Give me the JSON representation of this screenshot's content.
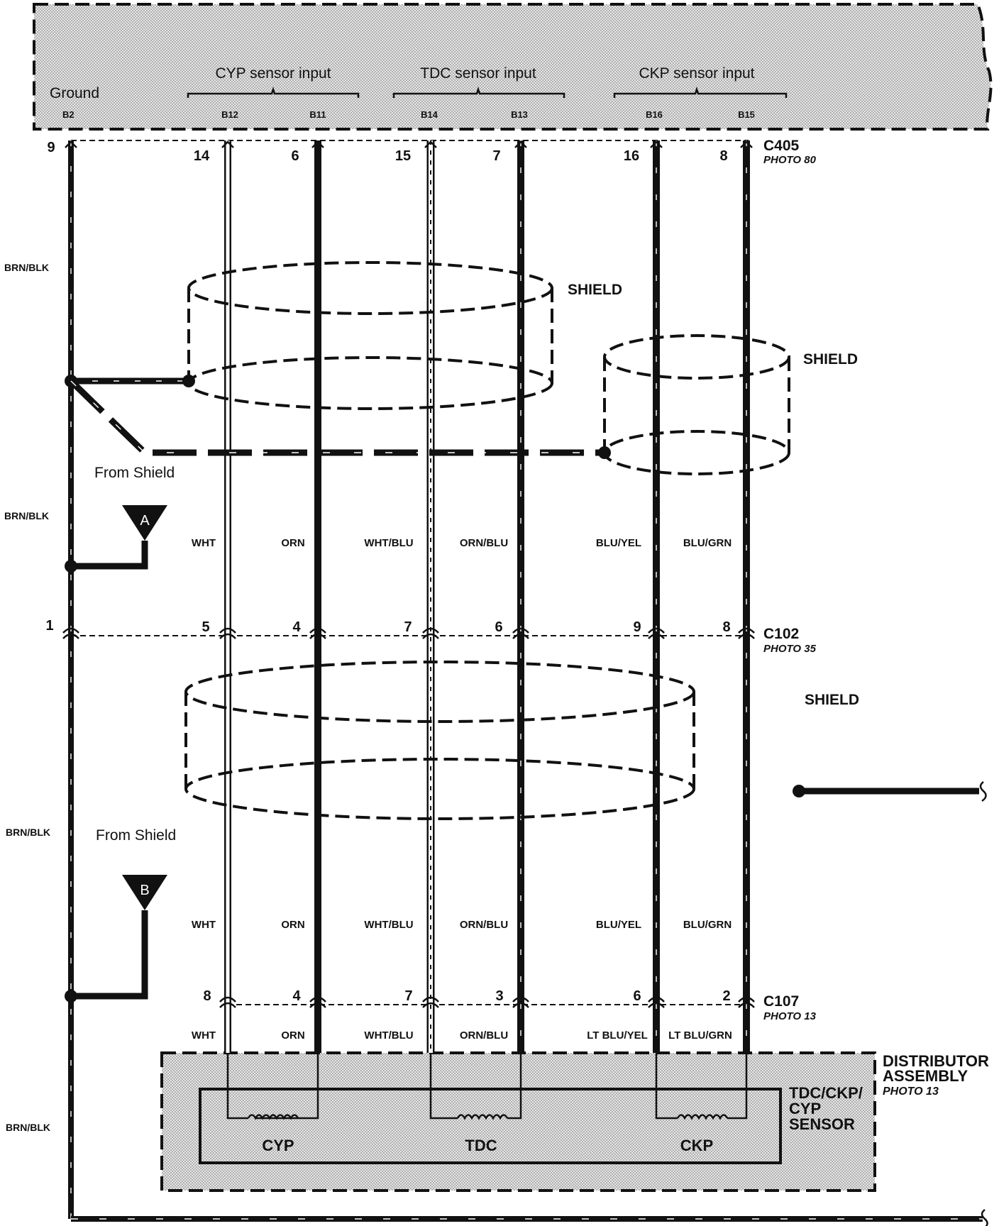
{
  "ecm": {
    "ground_label": "Ground",
    "ground_pin": "B2",
    "groups": [
      {
        "label": "CYP sensor input",
        "pins": [
          "B12",
          "B11"
        ]
      },
      {
        "label": "TDC sensor input",
        "pins": [
          "B14",
          "B13"
        ]
      },
      {
        "label": "CKP sensor input",
        "pins": [
          "B16",
          "B15"
        ]
      }
    ]
  },
  "connectors": [
    {
      "name": "C405",
      "photo": "PHOTO 80",
      "pins": [
        "9",
        "14",
        "6",
        "15",
        "7",
        "16",
        "8"
      ]
    },
    {
      "name": "C102",
      "photo": "PHOTO 35",
      "pins": [
        "1",
        "5",
        "4",
        "7",
        "6",
        "9",
        "8"
      ]
    },
    {
      "name": "C107",
      "photo": "PHOTO 13",
      "pins": [
        "8",
        "4",
        "7",
        "3",
        "6",
        "2"
      ]
    }
  ],
  "ground_wire_color": "BRN/BLK",
  "wire_colors_upper": [
    "WHT",
    "ORN",
    "WHT/BLU",
    "ORN/BLU",
    "BLU/YEL",
    "BLU/GRN"
  ],
  "wire_colors_middle": [
    "WHT",
    "ORN",
    "WHT/BLU",
    "ORN/BLU",
    "BLU/YEL",
    "BLU/GRN"
  ],
  "wire_colors_lower": [
    "WHT",
    "ORN",
    "WHT/BLU",
    "ORN/BLU",
    "LT BLU/YEL",
    "LT BLU/GRN"
  ],
  "shield_label": "SHIELD",
  "from_shield_label": "From Shield",
  "ground_refs": [
    "A",
    "B"
  ],
  "distributor": {
    "title_line1": "DISTRIBUTOR",
    "title_line2": "ASSEMBLY",
    "photo": "PHOTO 13",
    "sensor_line1": "TDC/CKP/",
    "sensor_line2": "CYP",
    "sensor_line3": "SENSOR",
    "coils": [
      "CYP",
      "TDC",
      "CKP"
    ]
  }
}
